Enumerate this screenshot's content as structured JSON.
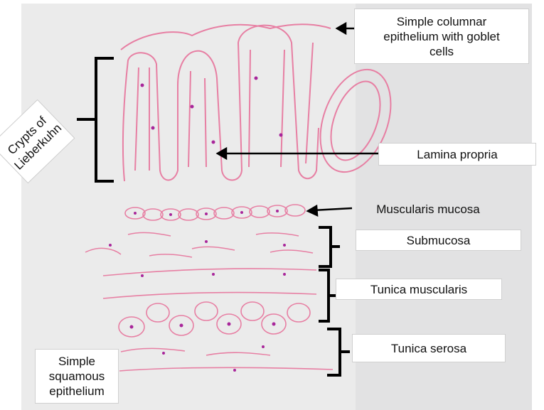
{
  "labels": {
    "simple_columnar": [
      "Simple columnar",
      "epithelium with goblet",
      "cells"
    ],
    "lamina_propria": "Lamina propria",
    "muscularis_mucosa": "Muscularis mucosa",
    "submucosa": "Submucosa",
    "tunica_muscularis": "Tunica muscularis",
    "tunica_serosa": "Tunica serosa",
    "simple_squamous": [
      "Simple",
      "squamous",
      "epithelium"
    ],
    "crypts": [
      "Crypts of",
      "Lieberkuhn"
    ]
  },
  "colors": {
    "paper": "#e9e9ea",
    "tissue_pink": "#e77fa3",
    "nucleus": "#a8269a",
    "bracket": "#000000",
    "label_background": "#ffffff"
  }
}
